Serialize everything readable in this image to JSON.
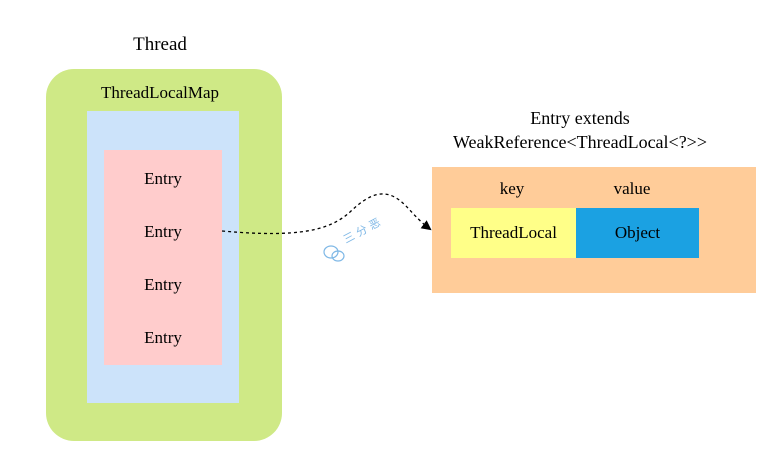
{
  "thread": {
    "title": "Thread",
    "map": {
      "title": "ThreadLocalMap",
      "entries": [
        "Entry",
        "Entry",
        "Entry",
        "Entry"
      ]
    }
  },
  "entry_class": {
    "title_line1": "Entry extends",
    "title_line2": "WeakReference<ThreadLocal<?>>",
    "key_label": "key",
    "value_label": "value",
    "key_value": "ThreadLocal",
    "value_value": "Object"
  },
  "watermark": {
    "text": "三 分 恶",
    "icon": "wechat-icon"
  },
  "colors": {
    "thread_box": "#cfe986",
    "map_box": "#cce3fa",
    "entries_box": "#ffcccc",
    "entry_class_box": "#ffcc99",
    "key_cell": "#ffff88",
    "value_cell": "#1ba1e2",
    "watermark": "#7fb8e6"
  }
}
